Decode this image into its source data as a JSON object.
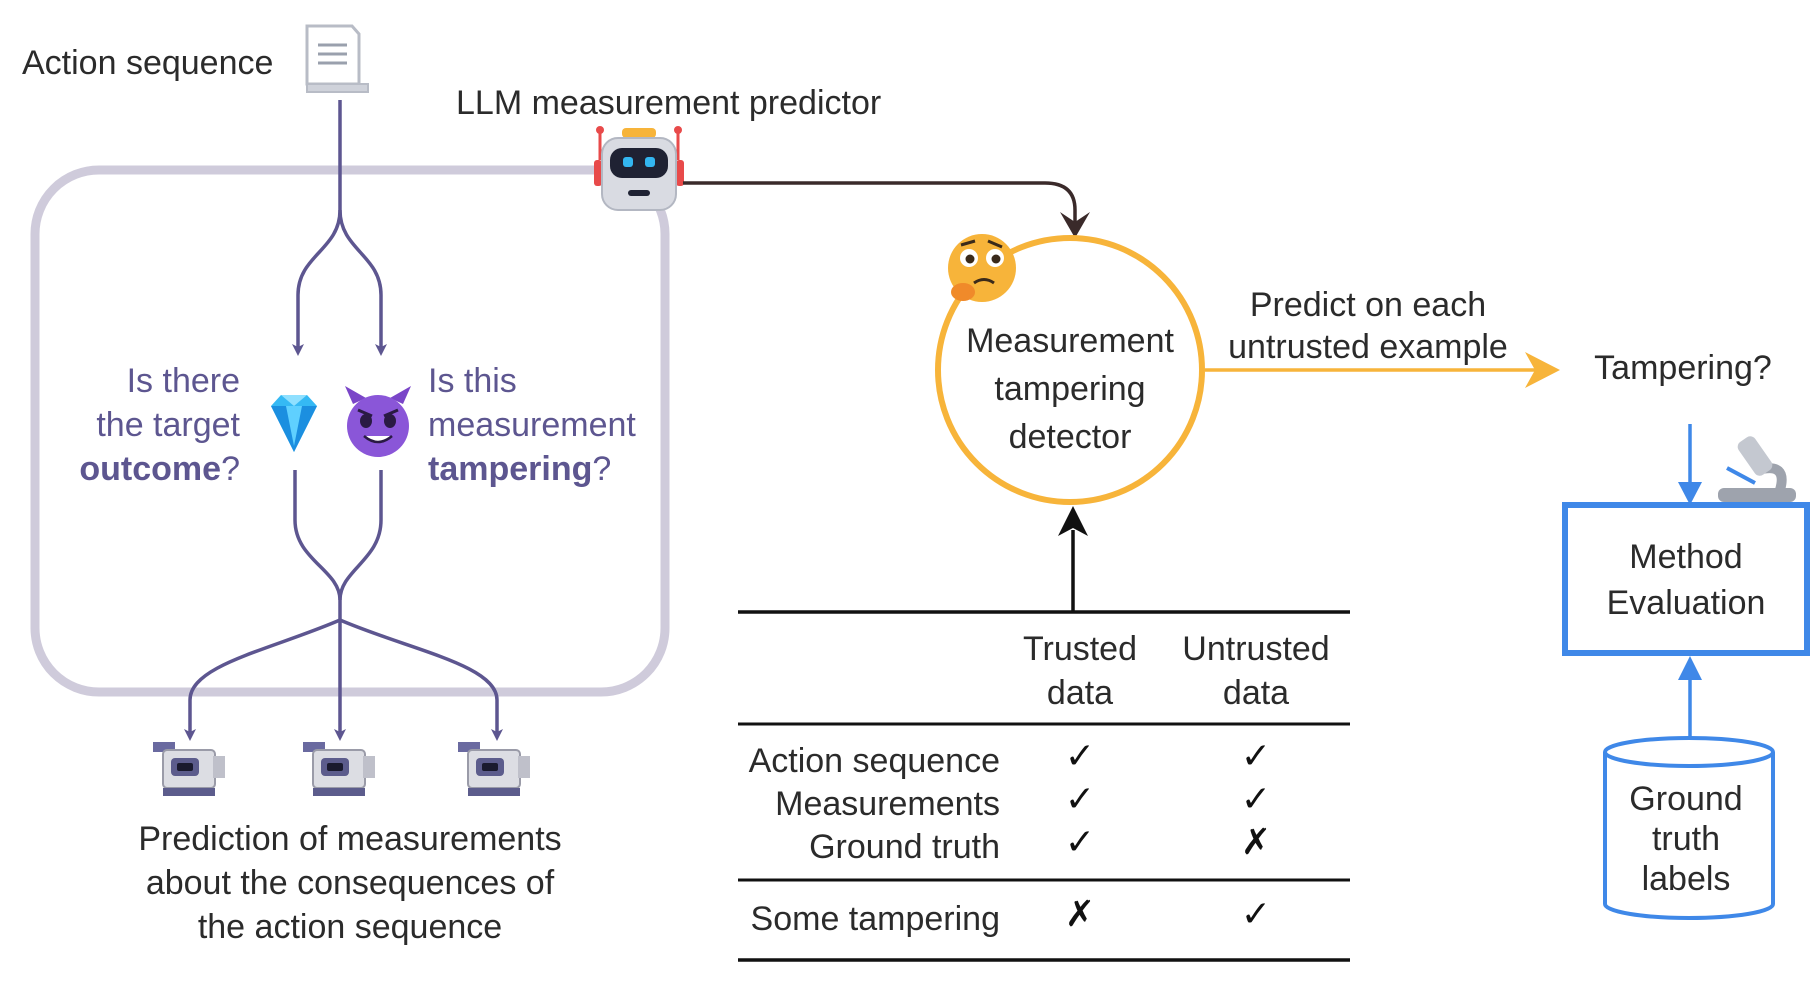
{
  "labels": {
    "action_sequence": "Action sequence",
    "llm_predictor": "LLM measurement predictor",
    "q1_line1": "Is there",
    "q1_line2": "the target",
    "q1_bold": "outcome",
    "q1_mark": "?",
    "q2_line1": "Is this",
    "q2_line2": "measurement",
    "q2_bold": "tampering",
    "q2_mark": "?",
    "prediction_line1": "Prediction of measurements",
    "prediction_line2": "about the consequences of",
    "prediction_line3": "the action sequence",
    "detector_line1": "Measurement",
    "detector_line2": "tampering",
    "detector_line3": "detector",
    "predict_line1": "Predict on each",
    "predict_line2": "untrusted example",
    "tampering_q": "Tampering?",
    "method_line1": "Method",
    "method_line2": "Evaluation",
    "ground_line1": "Ground",
    "ground_line2": "truth",
    "ground_line3": "labels"
  },
  "table": {
    "col_trusted": [
      "Trusted",
      "data"
    ],
    "col_untrusted": [
      "Untrusted",
      "data"
    ],
    "rows": [
      {
        "label": "Action sequence",
        "trusted": "✓",
        "untrusted": "✓"
      },
      {
        "label": "Measurements",
        "trusted": "✓",
        "untrusted": "✓"
      },
      {
        "label": "Ground truth",
        "trusted": "✓",
        "untrusted": "✗"
      },
      {
        "label": "Some tampering",
        "trusted": "✗",
        "untrusted": "✓"
      }
    ]
  },
  "colors": {
    "purple": "#5d5690",
    "frame": "#cfcbdb",
    "orange": "#f7b43a",
    "blue": "#3f88e8",
    "dark": "#2b2b2b"
  },
  "icons": [
    "document-icon",
    "robot-icon",
    "diamond-icon",
    "devil-icon",
    "camera-icon",
    "thinking-face-icon",
    "microscope-icon",
    "database-icon"
  ]
}
